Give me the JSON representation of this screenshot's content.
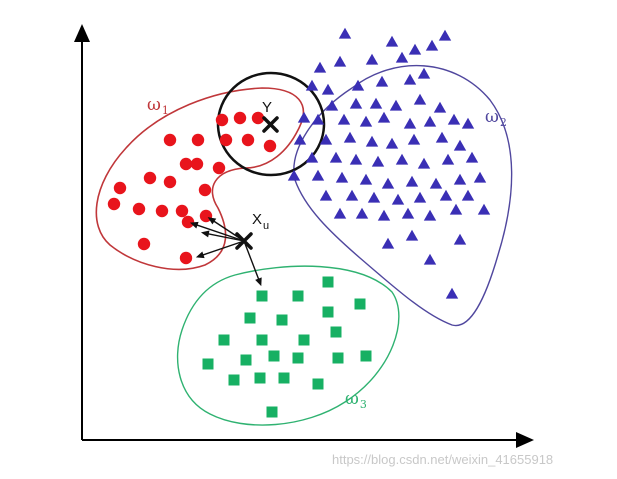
{
  "colors": {
    "class1": "#e8141c",
    "class1_outline": "#c0373a",
    "class2": "#3a2fb5",
    "class2_outline": "#50479e",
    "class3": "#17b063",
    "class3_outline": "#2fb271",
    "neighborhood": "#111111",
    "axis": "#000000",
    "watermark": "#c8c8c8"
  },
  "labels": {
    "omega1": "ω",
    "omega1_sub": "1",
    "omega2": "ω",
    "omega2_sub": "2",
    "omega3": "ω",
    "omega3_sub": "3",
    "point_y": "Y",
    "point_xu": "X",
    "point_xu_sub": "u"
  },
  "icons": {
    "class1_marker": "circle",
    "class2_marker": "triangle",
    "class3_marker": "square",
    "query_marker": "cross"
  },
  "watermark": "https://blog.csdn.net/weixin_41655918"
}
